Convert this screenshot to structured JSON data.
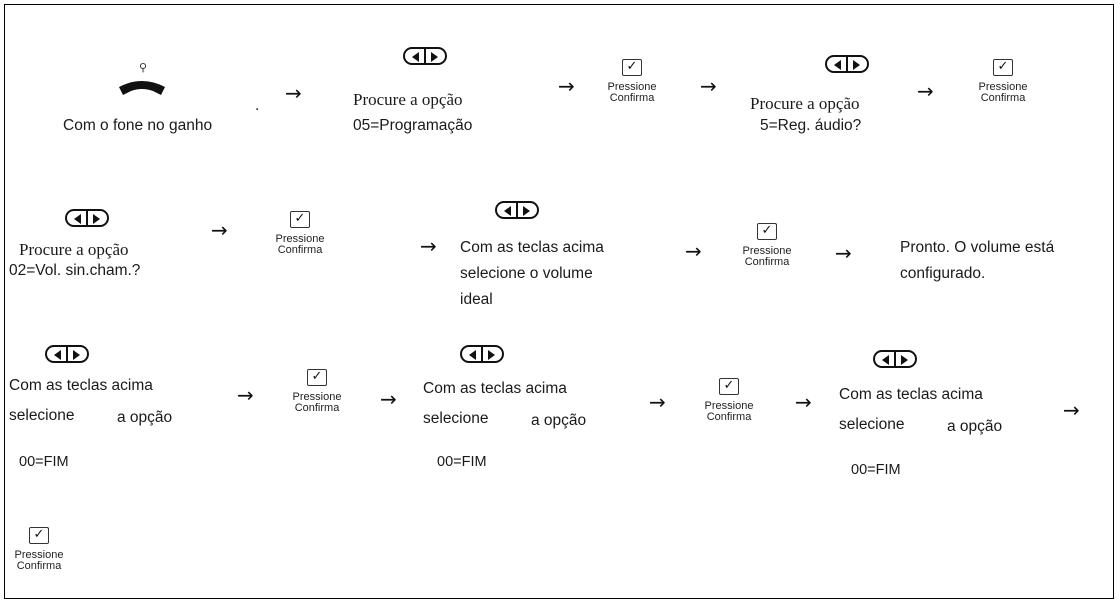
{
  "steps": {
    "s1": "Com o fone no ganho",
    "s2_l1": "Procure a opção",
    "s2_l2": "05=Programação",
    "s3_l1": "Procure a opção",
    "s3_l2": "5=Reg. áudio?",
    "s4_l1": "Procure a opção",
    "s4_l2": "02=Vol. sin.cham.?",
    "s5_l1": "Com as teclas acima",
    "s5_l2": "selecione o volume",
    "s5_l3": "ideal",
    "s6_l1": "Pronto. O volume está",
    "s6_l2": "configurado.",
    "t1_l1": "Com as teclas acima",
    "t1_l2": "selecione",
    "t1_l2b": "a opção",
    "t1_l3": "00=FIM",
    "t2_l1": "Com as teclas acima",
    "t2_l2": "selecione",
    "t2_l2b": "a opção",
    "t2_l3": "00=FIM",
    "t3_l1": "Com as teclas acima",
    "t3_l2": "selecione",
    "t3_l2b": "a opção",
    "t3_l3": "00=FIM"
  },
  "confirm": {
    "line1": "Pressione",
    "line2": "Confirma",
    "check_glyph": "✓"
  },
  "glyphs": {
    "arrow": "→",
    "dot": "."
  },
  "icons": [
    "handset-icon",
    "navigation-keys-icon",
    "confirm-checkbox-icon",
    "arrow-right-icon"
  ]
}
